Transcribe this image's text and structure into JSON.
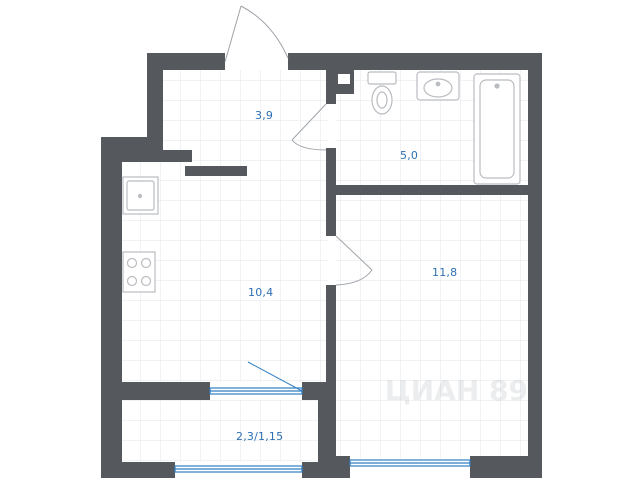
{
  "floor_plan": {
    "rooms": [
      {
        "key": "hallway",
        "area": "3,9"
      },
      {
        "key": "bathroom",
        "area": "5,0"
      },
      {
        "key": "kitchen",
        "area": "10,4"
      },
      {
        "key": "bedroom",
        "area": "11,8"
      },
      {
        "key": "balcony",
        "area": "2,3/1,15"
      }
    ],
    "colors": {
      "wall": "#55595e",
      "grid": "#e3e6ea",
      "window": "#2f7ec4",
      "fixture": "#b9bcc0",
      "label": "#2d6fb3"
    }
  },
  "watermark": "ЦИАН 89"
}
